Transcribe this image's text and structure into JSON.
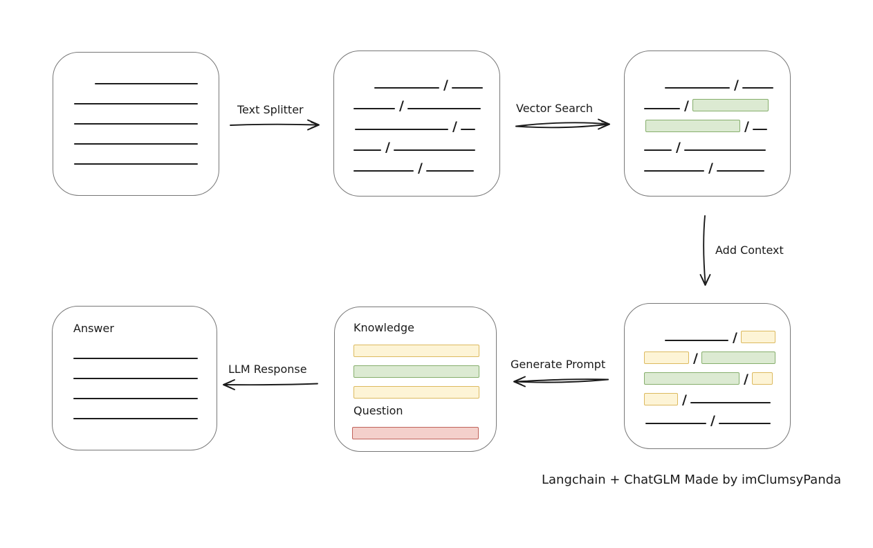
{
  "caption": "Langchain + ChatGLM Made by imClumsyPanda",
  "labels": {
    "text_splitter": "Text Splitter",
    "vector_search": "Vector Search",
    "add_context": "Add Context",
    "generate_prompt": "Generate Prompt",
    "llm_response": "LLM Response",
    "knowledge": "Knowledge",
    "question": "Question",
    "answer": "Answer"
  },
  "colors": {
    "ink": "#1a1a1a",
    "box_border": "#767676",
    "green_fill": "#dcead2",
    "green_stroke": "#85ae6b",
    "yellow_fill": "#fdf4d6",
    "yellow_stroke": "#dcb95e",
    "red_fill": "#f4d0cb",
    "red_stroke": "#c0625a"
  },
  "boxes": {
    "document": {
      "rows": [
        {
          "indent": 30,
          "segs": [
            {
              "t": "line",
              "w": 149
            }
          ]
        },
        {
          "indent": 0,
          "segs": [
            {
              "t": "line",
              "w": 179
            }
          ]
        },
        {
          "indent": 0,
          "segs": [
            {
              "t": "line",
              "w": 179
            }
          ]
        },
        {
          "indent": 0,
          "segs": [
            {
              "t": "line",
              "w": 179
            }
          ]
        },
        {
          "indent": 0,
          "segs": [
            {
              "t": "line",
              "w": 179
            }
          ]
        }
      ]
    },
    "chunks": {
      "rows": [
        {
          "indent": 30,
          "segs": [
            {
              "t": "line",
              "w": 94
            },
            {
              "t": "slash"
            },
            {
              "t": "line",
              "w": 45
            }
          ]
        },
        {
          "indent": 0,
          "segs": [
            {
              "t": "line",
              "w": 60
            },
            {
              "t": "slash"
            },
            {
              "t": "line",
              "w": 106
            }
          ]
        },
        {
          "indent": 2,
          "segs": [
            {
              "t": "line",
              "w": 135
            },
            {
              "t": "slash"
            },
            {
              "t": "line",
              "w": 21
            }
          ]
        },
        {
          "indent": 0,
          "segs": [
            {
              "t": "line",
              "w": 40
            },
            {
              "t": "slash"
            },
            {
              "t": "line",
              "w": 118
            }
          ]
        },
        {
          "indent": 0,
          "segs": [
            {
              "t": "line",
              "w": 87
            },
            {
              "t": "slash"
            },
            {
              "t": "line",
              "w": 69
            }
          ]
        }
      ]
    },
    "retrieval": {
      "rows": [
        {
          "indent": 30,
          "segs": [
            {
              "t": "line",
              "w": 94
            },
            {
              "t": "slash"
            },
            {
              "t": "line",
              "w": 45
            }
          ]
        },
        {
          "indent": 0,
          "segs": [
            {
              "t": "line",
              "w": 52
            },
            {
              "t": "slash"
            },
            {
              "t": "green",
              "w": 108
            }
          ]
        },
        {
          "indent": 2,
          "segs": [
            {
              "t": "green",
              "w": 135
            },
            {
              "t": "slash"
            },
            {
              "t": "line",
              "w": 21
            }
          ]
        },
        {
          "indent": 0,
          "segs": [
            {
              "t": "line",
              "w": 40
            },
            {
              "t": "slash"
            },
            {
              "t": "line",
              "w": 118
            }
          ]
        },
        {
          "indent": 0,
          "segs": [
            {
              "t": "line",
              "w": 87
            },
            {
              "t": "slash"
            },
            {
              "t": "line",
              "w": 69
            }
          ]
        }
      ]
    },
    "context": {
      "rows": [
        {
          "indent": 30,
          "segs": [
            {
              "t": "line",
              "w": 92
            },
            {
              "t": "slash"
            },
            {
              "t": "yellow",
              "w": 48
            }
          ]
        },
        {
          "indent": 0,
          "segs": [
            {
              "t": "yellow",
              "w": 63
            },
            {
              "t": "slash"
            },
            {
              "t": "green",
              "w": 105
            }
          ]
        },
        {
          "indent": 0,
          "segs": [
            {
              "t": "green",
              "w": 136
            },
            {
              "t": "slash"
            },
            {
              "t": "yellow",
              "w": 28
            }
          ]
        },
        {
          "indent": 0,
          "segs": [
            {
              "t": "yellow",
              "w": 47
            },
            {
              "t": "slash"
            },
            {
              "t": "line",
              "w": 116
            }
          ]
        },
        {
          "indent": 2,
          "segs": [
            {
              "t": "line",
              "w": 88
            },
            {
              "t": "slash"
            },
            {
              "t": "line",
              "w": 75
            }
          ]
        }
      ]
    },
    "prompt": {
      "knowledge_bars": [
        {
          "indent": 0,
          "segs": [
            {
              "t": "yellow",
              "w": 180
            }
          ]
        },
        {
          "indent": 0,
          "segs": [
            {
              "t": "green",
              "w": 180
            }
          ]
        },
        {
          "indent": 0,
          "segs": [
            {
              "t": "yellow",
              "w": 180
            }
          ]
        }
      ],
      "question_bar": [
        {
          "indent": 0,
          "segs": [
            {
              "t": "red",
              "w": 181
            }
          ]
        }
      ]
    },
    "answer": {
      "rows": [
        {
          "indent": 0,
          "segs": [
            {
              "t": "line",
              "w": 180
            }
          ]
        },
        {
          "indent": 0,
          "segs": [
            {
              "t": "line",
              "w": 180
            }
          ]
        },
        {
          "indent": 0,
          "segs": [
            {
              "t": "line",
              "w": 180
            }
          ]
        },
        {
          "indent": 0,
          "segs": [
            {
              "t": "line",
              "w": 180
            }
          ]
        }
      ]
    }
  }
}
